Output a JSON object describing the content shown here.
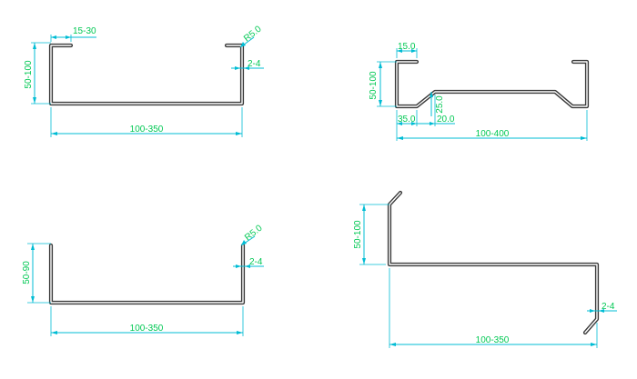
{
  "diagrams": [
    {
      "width": "100-350",
      "height": "50-100",
      "lip": "15-30",
      "radius": "R5.0",
      "thickness": "2-4"
    },
    {
      "width": "100-400",
      "height": "50-100",
      "lip": "15.0",
      "offset": "35.0",
      "slope": "20.0",
      "depth": "25.0"
    },
    {
      "width": "100-350",
      "height": "50-90",
      "radius": "R5.0",
      "thickness": "2-4"
    },
    {
      "width": "100-350",
      "height": "50-100",
      "thickness": "2-4"
    }
  ]
}
